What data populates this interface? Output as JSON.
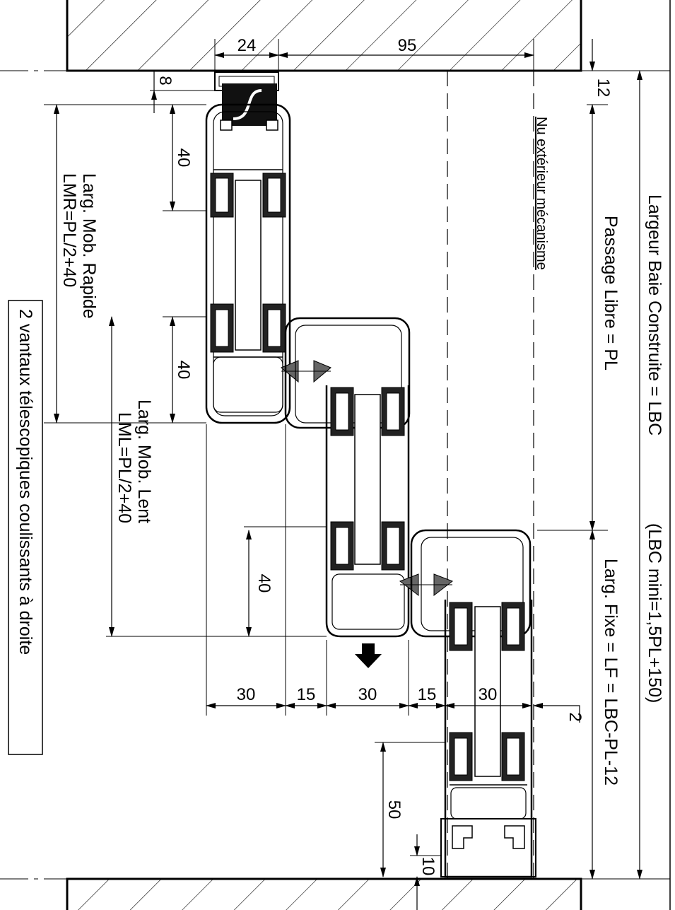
{
  "dimensions": {
    "d24": "24",
    "d95": "95",
    "d8": "8",
    "d12": "12",
    "d40a": "40",
    "d40b": "40",
    "d40c": "40",
    "d30a": "30",
    "d15a": "15",
    "d30b": "30",
    "d15b": "15",
    "d30c": "30",
    "d2": "2",
    "d50": "50",
    "d10": "10"
  },
  "labels": {
    "largeur_baie": "Largeur Baie Construite = LBC",
    "lbc_mini": "(LBC mini=1,5PL+150)",
    "passage_libre": "Passage Libre = PL",
    "larg_fixe": "Larg. Fixe = LF = LBC-PL-12",
    "nu_exterieur": "Nu extérieur mécanisme",
    "larg_mob_rapide": "Larg. Mob. Rapide",
    "lmr_formula": "LMR=PL/2+40",
    "larg_mob_lent": "Larg. Mob. Lent",
    "lml_formula": "LML=PL/2+40",
    "title_box": "2 vantaux télescopiques coulissants à droite"
  }
}
